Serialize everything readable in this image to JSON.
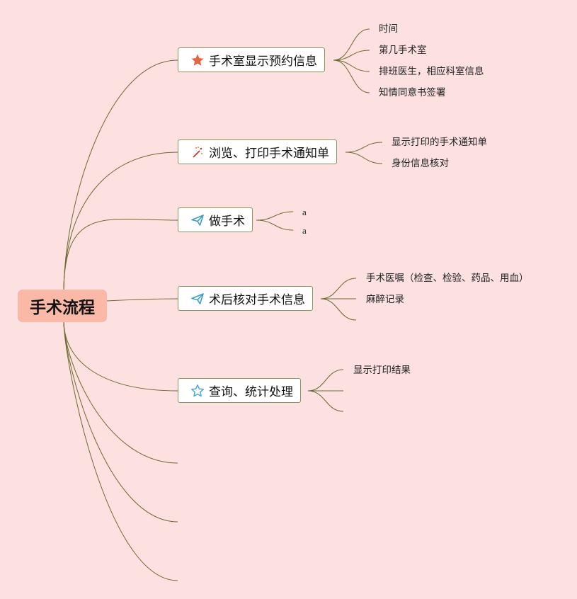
{
  "root": {
    "label": "手术流程"
  },
  "branches": [
    {
      "label": "手术室显示预约信息",
      "icon": "star-filled-icon",
      "children": [
        "时间",
        "第几手术室",
        "排班医生，相应科室信息",
        "知情同意书签署"
      ]
    },
    {
      "label": "浏览、打印手术通知单",
      "icon": "sparkle-wand-icon",
      "children": [
        "显示打印的手术通知单",
        "身份信息核对"
      ]
    },
    {
      "label": "做手术",
      "icon": "paper-plane-icon",
      "children": [
        "a",
        "a"
      ]
    },
    {
      "label": "术后核对手术信息",
      "icon": "paper-plane-icon",
      "children": [
        "手术医嘱（检查、检验、药品、用血）",
        "麻醉记录",
        ""
      ]
    },
    {
      "label": "查询、统计处理",
      "icon": "star-outline-icon",
      "children": [
        "显示打印结果",
        "",
        ""
      ]
    }
  ],
  "colors": {
    "background": "#fde1e1",
    "root_fill": "#f9b9a6",
    "line": "#6b6a2e",
    "topic_border": "#8a9460",
    "star_fill": "#e8623a",
    "plane": "#3aa0c8",
    "outline_star": "#4aaad8"
  }
}
